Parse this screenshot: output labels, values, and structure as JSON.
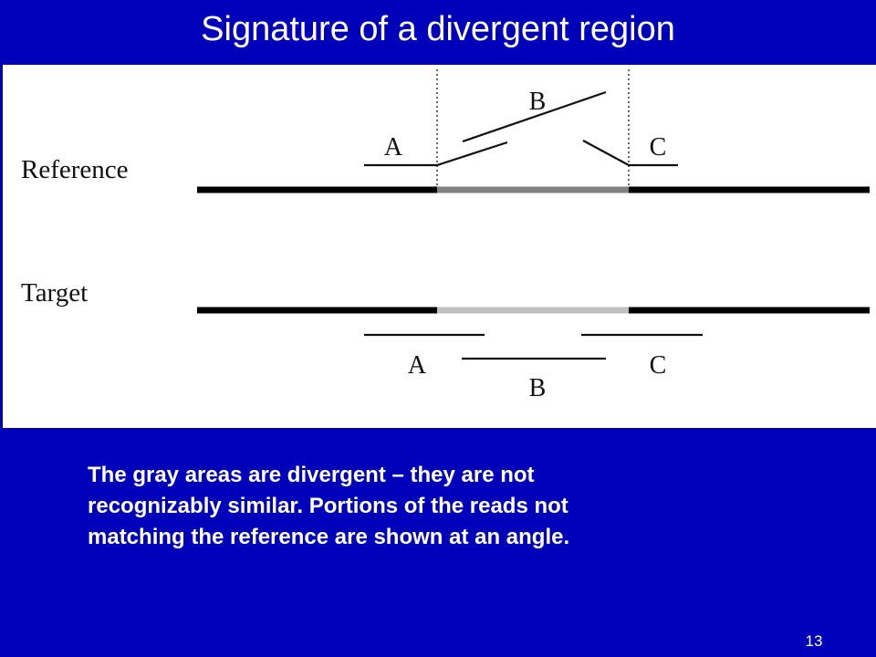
{
  "slide": {
    "title": "Signature of a divergent region",
    "page_number": "13",
    "background_color": "#0000bb",
    "text_color": "#ffffff"
  },
  "figure": {
    "labels": {
      "reference": "Reference",
      "target": "Target",
      "ref_read_a": "A",
      "ref_read_b": "B",
      "ref_read_c": "C",
      "tgt_read_a": "A",
      "tgt_read_b": "B",
      "tgt_read_c": "C"
    },
    "colors": {
      "genome_line": "#000000",
      "divergent_reference": "#808080",
      "divergent_target": "#c0c0c0",
      "read_line": "#111111",
      "boundary_line": "#333333"
    }
  },
  "caption": {
    "line1": "The gray areas are divergent – they are not",
    "line2": "recognizably similar.  Portions of the reads not",
    "line3": "matching the reference are shown at an angle."
  }
}
